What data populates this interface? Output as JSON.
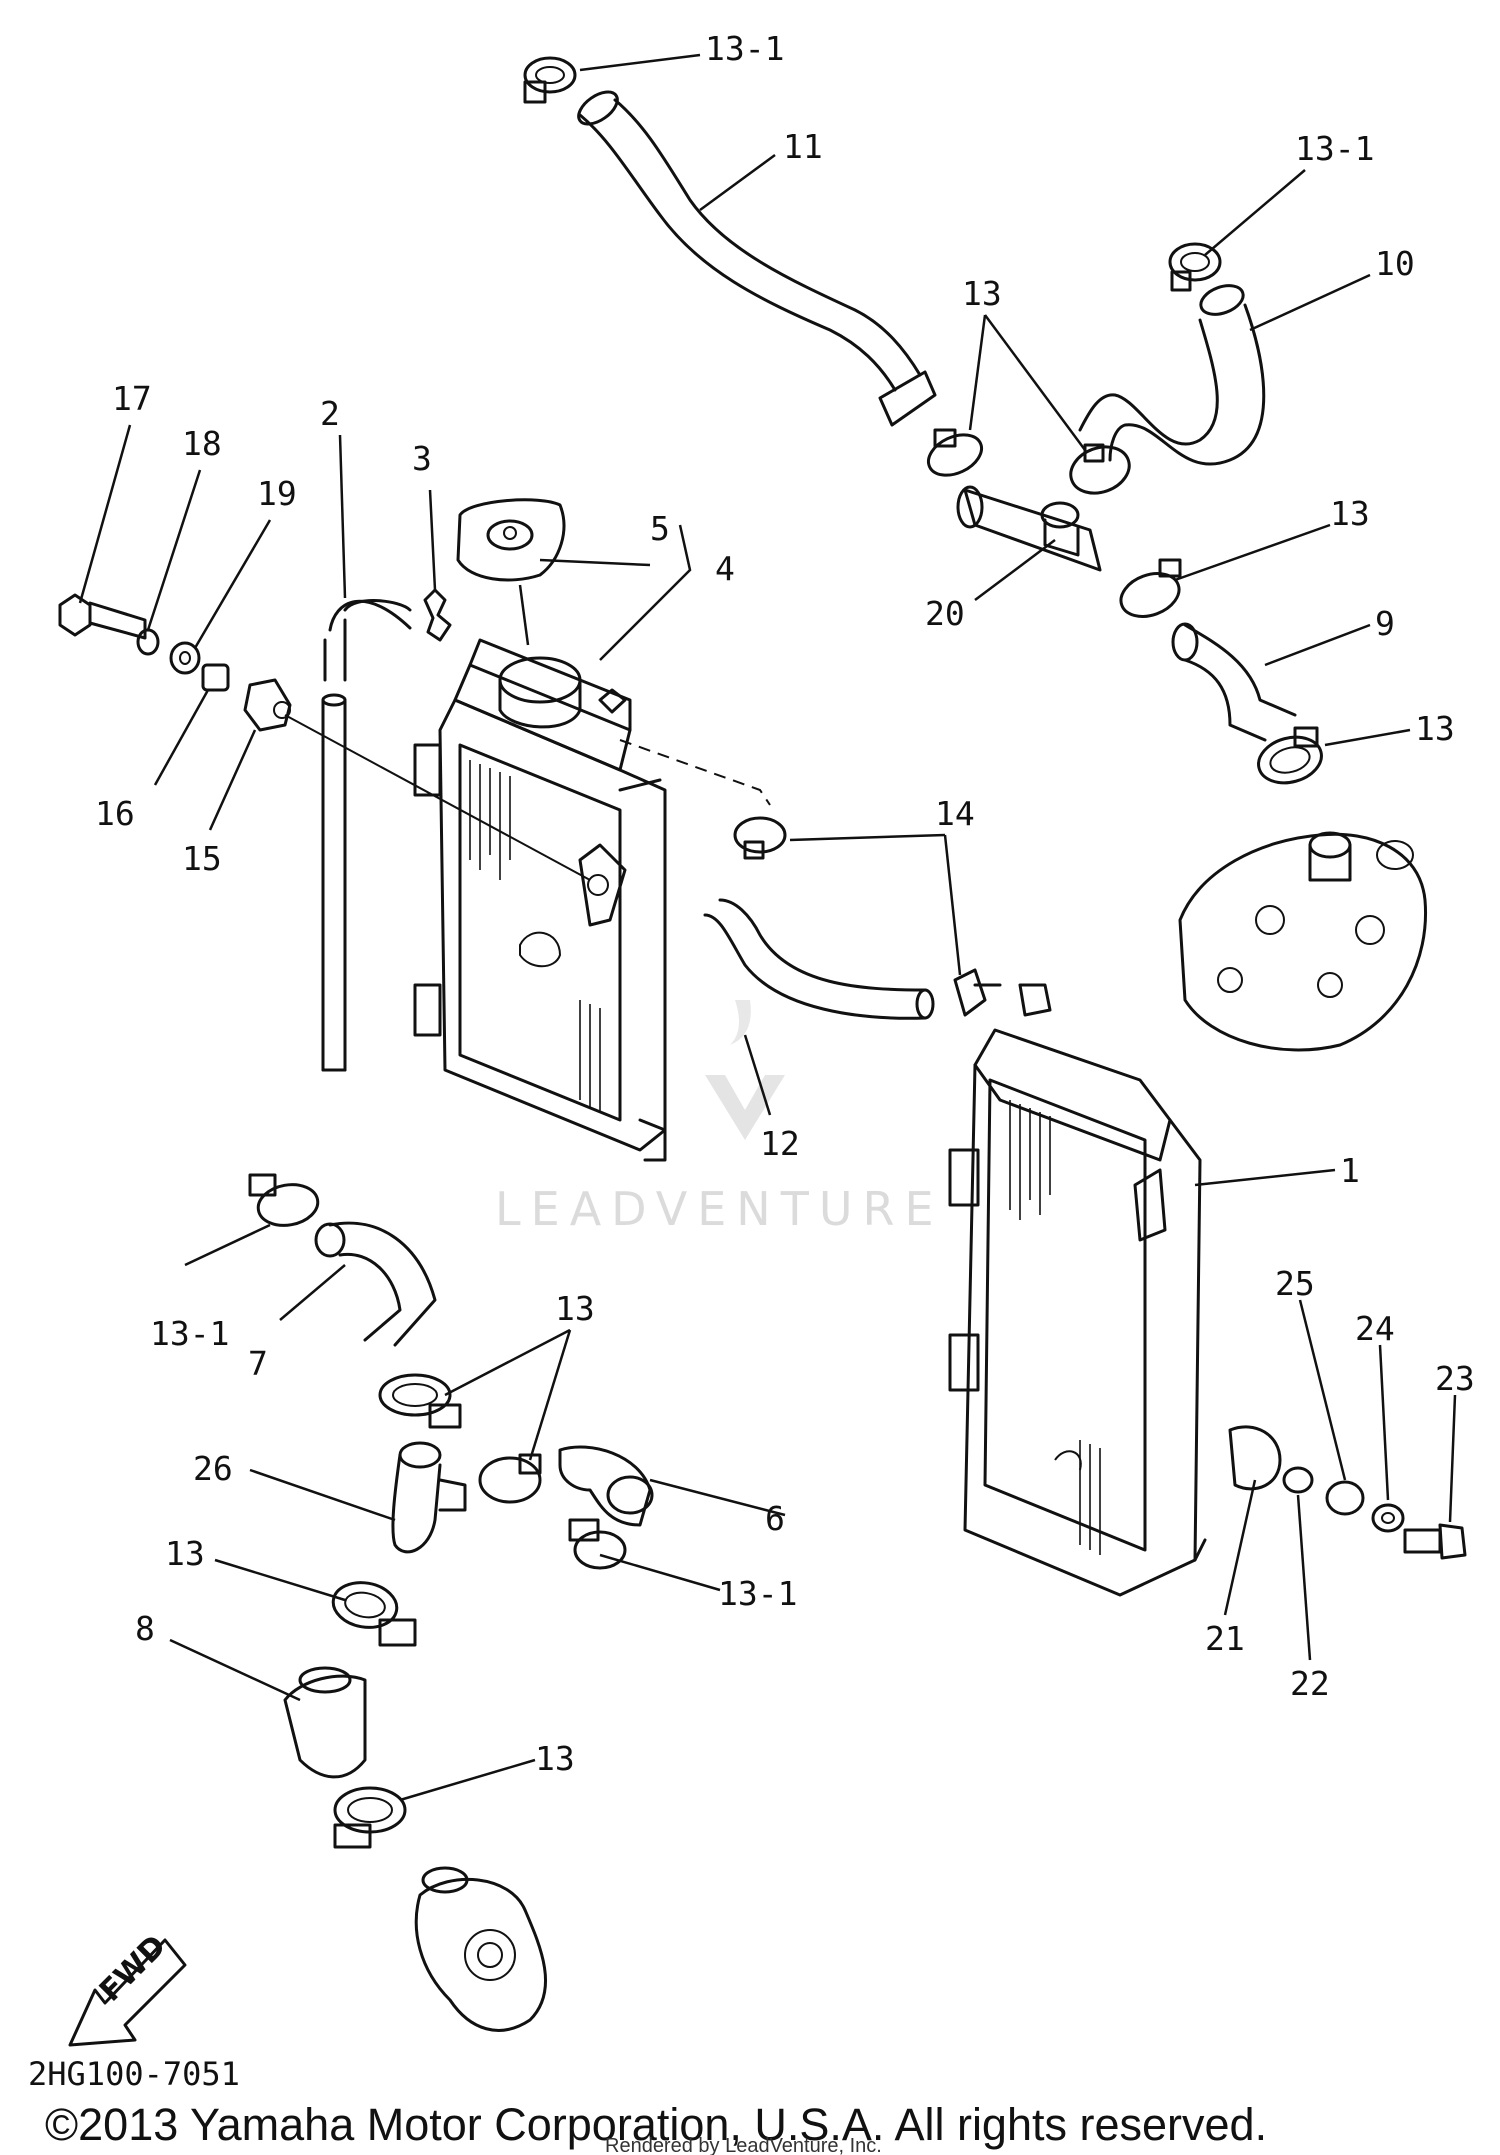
{
  "diagram": {
    "callouts": {
      "c1": "1",
      "c2": "2",
      "c3": "3",
      "c4": "4",
      "c5": "5",
      "c6": "6",
      "c7": "7",
      "c8": "8",
      "c9": "9",
      "c10": "10",
      "c11": "11",
      "c12": "12",
      "c13a": "13",
      "c13b": "13",
      "c13c": "13",
      "c13d": "13",
      "c13e": "13",
      "c13f": "13",
      "c13_1a": "13-1",
      "c13_1b": "13-1",
      "c13_1c": "13-1",
      "c13_1d": "13-1",
      "c14": "14",
      "c15": "15",
      "c16": "16",
      "c17": "17",
      "c18": "18",
      "c19": "19",
      "c20": "20",
      "c21": "21",
      "c22": "22",
      "c23": "23",
      "c24": "24",
      "c25": "25",
      "c26": "26"
    },
    "fwd_label": "FWD",
    "reference_code": "2HG100-7051"
  },
  "watermark": "LEADVENTURE",
  "footer": {
    "copyright": "©2013 Yamaha Motor Corporation, U.S.A. All rights reserved.",
    "rendered_by": "Rendered by LeadVenture, Inc."
  }
}
